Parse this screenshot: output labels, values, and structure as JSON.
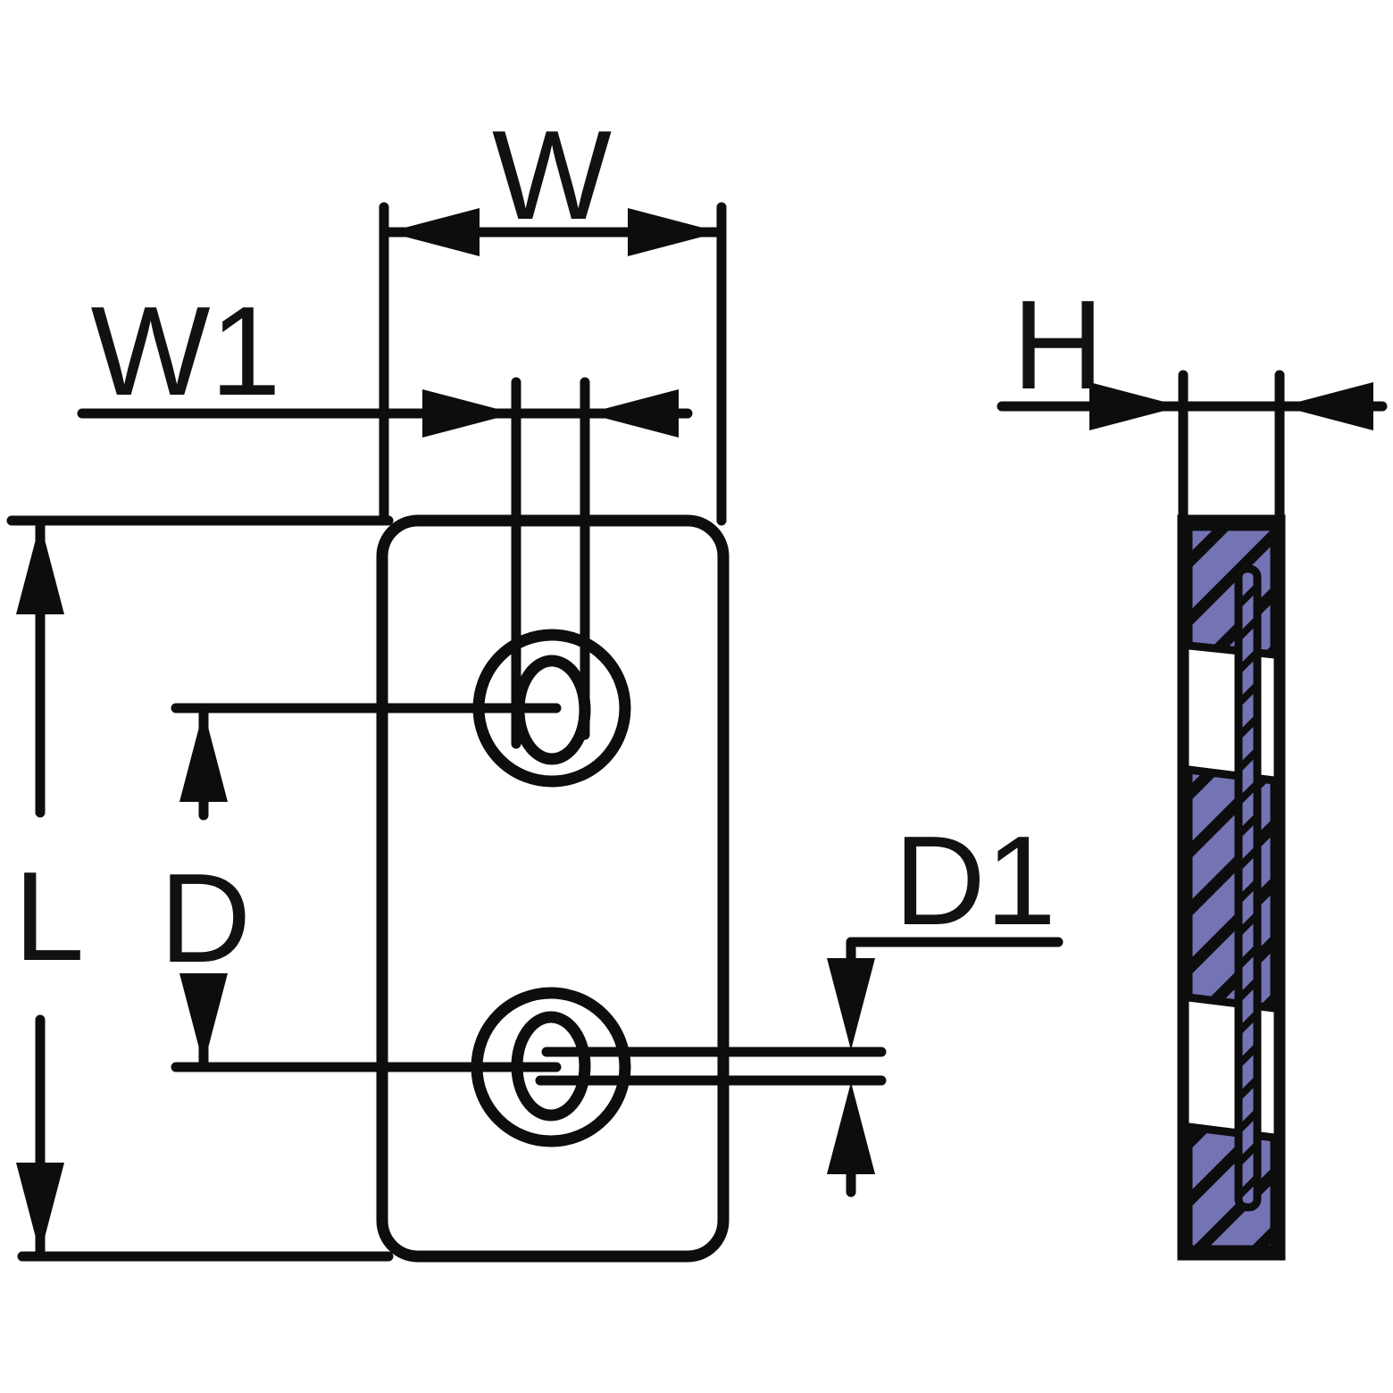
{
  "diagram": {
    "type": "technical-drawing",
    "labels": {
      "width": "W",
      "slot_width": "W1",
      "length": "L",
      "hole_spacing": "D",
      "slot_height": "D1",
      "thickness": "H"
    },
    "colors": {
      "body_fill": "#7473b4",
      "line": "#0d0d0d",
      "hole_fill": "#ffffff",
      "background": "#ffffff"
    }
  }
}
